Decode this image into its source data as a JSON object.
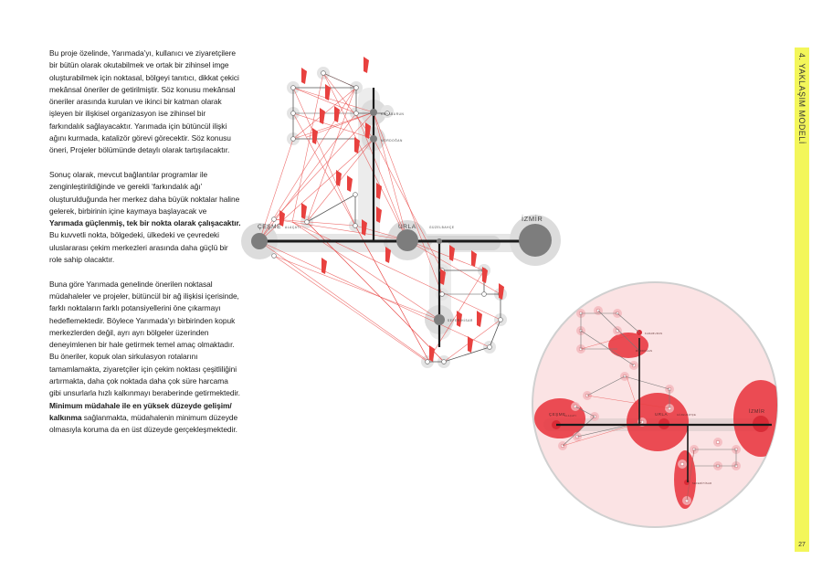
{
  "side_tab": {
    "title": "4. YAKLAŞIM MODELİ",
    "page_number": "27"
  },
  "body_text": {
    "p1": "Bu proje özelinde, Yarımada’yı, kullanıcı ve ziyaretçilere bir bütün olarak okutabilmek ve ortak bir zihinsel imge oluşturabilmek için noktasal, bölgeyi tanıtıcı, dikkat çekici mekânsal öneriler de getirilmiştir. Söz konusu mekânsal öneriler arasında kurulan ve ikinci bir katman olarak işleyen bir ilişkisel organizasyon ise zihinsel bir farkındalık sağlayacaktır. Yarımada için bütüncül ilişki ağını kurmada, katalizör görevi görecektir. Söz konusu öneri, Projeler bölümünde detaylı olarak tartışılacaktır.",
    "p2_a": "Sonuç olarak, mevcut bağlantılar programlar ile zenginleştirildiğinde ve gerekli ‘farkındalık ağı’ oluşturulduğunda her merkez daha büyük noktalar haline gelerek, birbirinin içine kaymaya başlayacak ve ",
    "p2_bold": "Yarımada güçlenmiş, tek bir nokta olarak çalışacaktır.",
    "p2_b": " Bu kuvvetli nokta, bölgedeki, ülkedeki ve çevredeki uluslararası çekim merkezleri arasında daha güçlü bir role sahip olacaktır.",
    "p3_a": "Buna göre Yarımada genelinde önerilen noktasal müdahaleler ve projeler, bütüncül bir ağ ilişkisi içerisinde, farklı noktaların farklı potansiyellerini öne çıkarmayı hedeflemektedir. Böylece Yarımada’yı birbirinden kopuk merkezlerden değil, ayrı ayrı bölgeler üzerinden deneyimlenen bir hale getirmek temel amaç olmaktadır. Bu öneriler, kopuk olan sirkulasyon rotalarını tamamlamakta, ziyaretçiler için çekim noktası çeşitliliğini artırmakta, daha çok noktada daha çok süre harcama gibi unsurlarla  hızlı kalkınmayı beraberinde getirmektedir. ",
    "p3_bold": "Minimum müdahale ile en yüksek düzeyde gelişim/ kalkınma",
    "p3_b": " sağlanmakta, müdahalenin minimum düzeyde olmasıyla koruma da en üst düzeyde gerçekleşmektedir."
  },
  "diagram": {
    "labels": {
      "cesme": "ÇEŞME",
      "alacati": "ALAÇATI",
      "urla": "URLA",
      "guzelbahce": "GÜZELBAHÇE",
      "izmir": "İZMİR",
      "karaburun": "KARABURUN",
      "mordogan": "MORDOĞAN",
      "seferihisar": "SEFERİHİSAR"
    }
  },
  "colors": {
    "accent_yellow": "#f3f65a",
    "network_red": "#e8413f",
    "trunk_line": "#1a1a1a",
    "node_gray": "#7d7d7d"
  }
}
